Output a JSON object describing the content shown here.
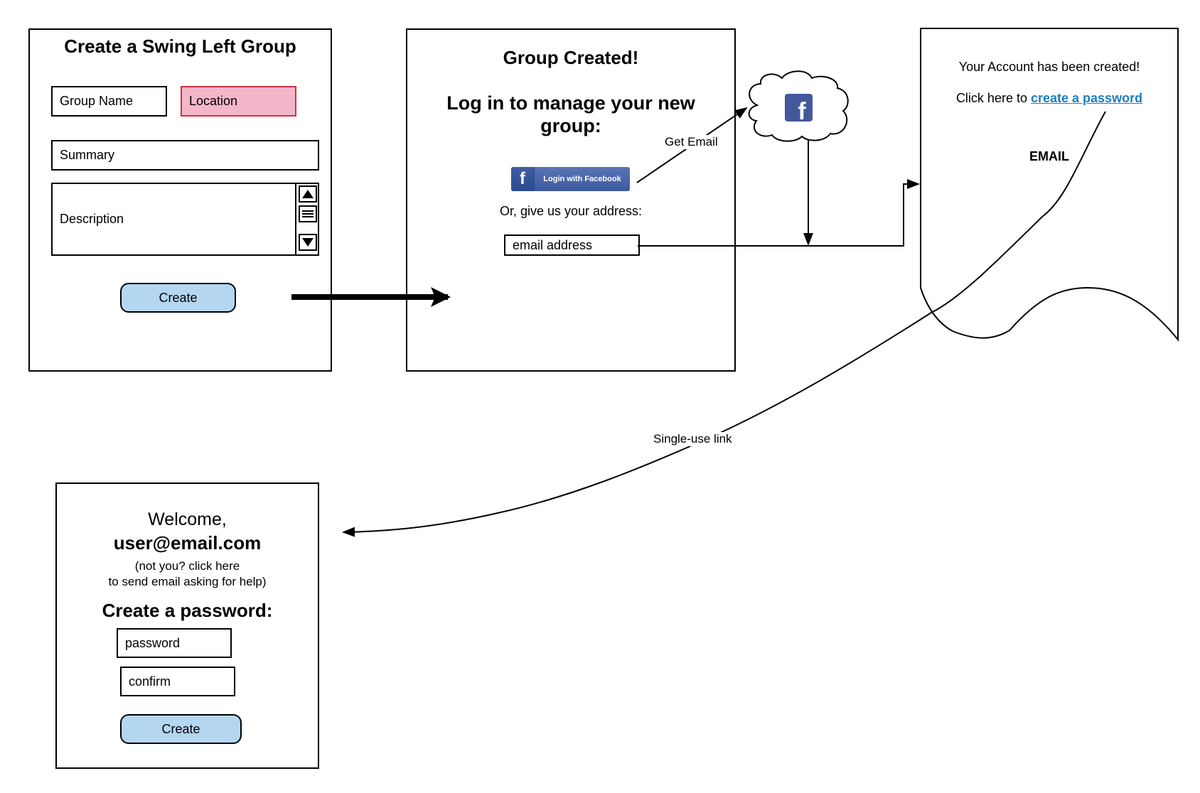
{
  "panel_create_group": {
    "title": "Create a Swing Left Group",
    "fields": {
      "group_name": "Group Name",
      "location": "Location",
      "summary": "Summary",
      "description": "Description"
    },
    "create_button": "Create"
  },
  "panel_group_created": {
    "title": "Group Created!",
    "subtitle_line1": "Log in to manage your new",
    "subtitle_line2": "group:",
    "facebook_button": "Login with Facebook",
    "facebook_glyph": "f",
    "alt_prompt": "Or, give us your address:",
    "email_field": "email address"
  },
  "cloud": {
    "icon": "facebook-icon",
    "glyph": "f"
  },
  "email_doc": {
    "line1": "Your Account has been created!",
    "line2_prefix": "Click here to ",
    "link": "create a password",
    "label": "EMAIL"
  },
  "panel_welcome": {
    "welcome": "Welcome,",
    "user": "user@email.com",
    "help_line1": "(not you? click here",
    "help_line2": "to send email asking for help)",
    "heading": "Create a password:",
    "password_field": "password",
    "confirm_field": "confirm",
    "create_button": "Create"
  },
  "connectors": {
    "get_email": "Get Email",
    "single_use_link": "Single-use link"
  },
  "colors": {
    "button_fill": "#b4d6ef",
    "error_fill": "#f4b6c8",
    "error_border": "#d0303e",
    "facebook_blue": "#3d5a9f",
    "link_blue": "#1e7fc0"
  }
}
